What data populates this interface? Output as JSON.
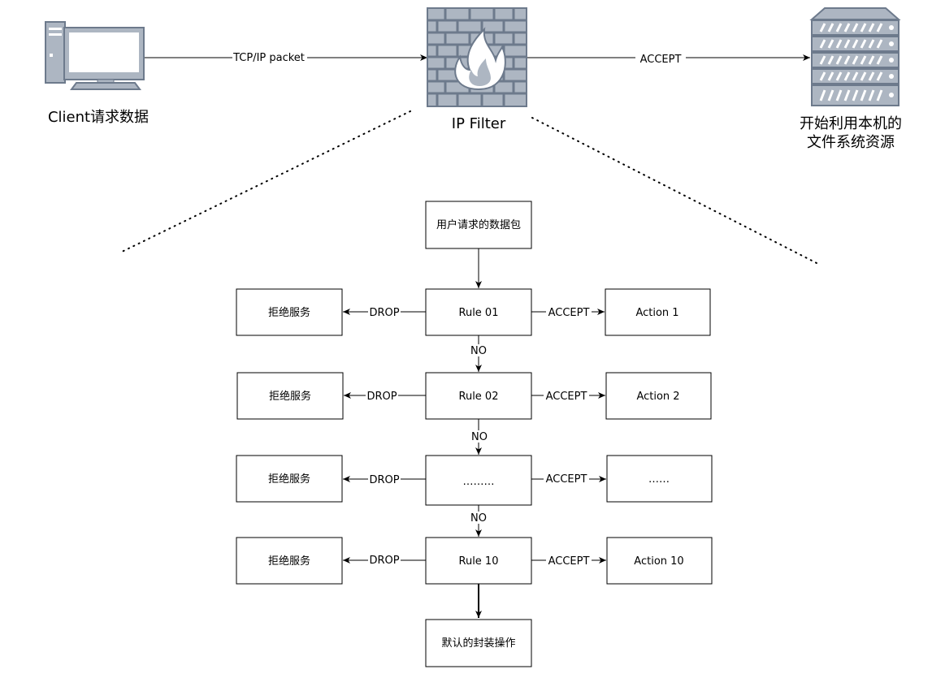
{
  "top": {
    "client_label": "Client请求数据",
    "edge_client_filter": "TCP/IP packet",
    "filter_label": "IP Filter",
    "edge_filter_server": "ACCEPT",
    "server_label_line1": "开始利用本机的",
    "server_label_line2": "文件系统资源"
  },
  "flow": {
    "start_box": "用户请求的数据包",
    "no_label": "NO",
    "drop_label": "DROP",
    "accept_label": "ACCEPT",
    "rows": [
      {
        "reject": "拒绝服务",
        "rule": "Rule 01",
        "action": "Action 1"
      },
      {
        "reject": "拒绝服务",
        "rule": "Rule 02",
        "action": "Action 2"
      },
      {
        "reject": "拒绝服务",
        "rule": "………",
        "action": "……"
      },
      {
        "reject": "拒绝服务",
        "rule": "Rule 10",
        "action": "Action 10"
      }
    ],
    "end_box": "默认的封装操作"
  },
  "colors": {
    "icon_fill": "#adb6c2",
    "icon_stroke": "#6d7a8c",
    "icon_accent": "#ffffff"
  }
}
